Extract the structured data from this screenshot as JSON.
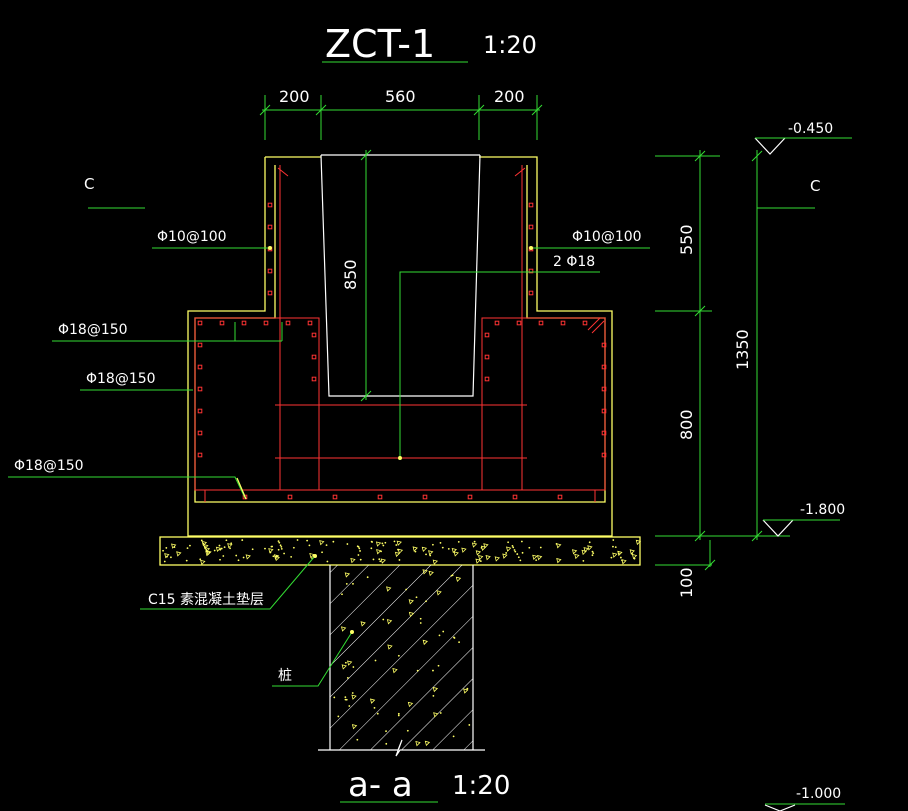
{
  "title": {
    "name": "ZCT-1",
    "scale": "1:20"
  },
  "section": {
    "name": "a- a",
    "scale": "1:20"
  },
  "top_dims": [
    "200",
    "560",
    "200"
  ],
  "right_dims": [
    "550",
    "800",
    "1350",
    "100"
  ],
  "inner_dim": "850",
  "elevations": [
    "-0.450",
    "-1.800",
    "-1.000"
  ],
  "grid_labels": [
    "C",
    "C"
  ],
  "rebar_labels": {
    "left_top": "Φ10@100",
    "right_top": "Φ10@100",
    "right_mid": "2  Φ18",
    "left_1": "Φ18@150",
    "left_2": "Φ18@150",
    "left_3": "Φ18@150"
  },
  "notes": {
    "cushion": "C15  素混凝土垫层",
    "pile": "桩"
  },
  "colors": {
    "concrete_outline": "#ffff66",
    "rebar": "#ff3333",
    "dimension": "#33dd33",
    "text": "#ffffff"
  }
}
